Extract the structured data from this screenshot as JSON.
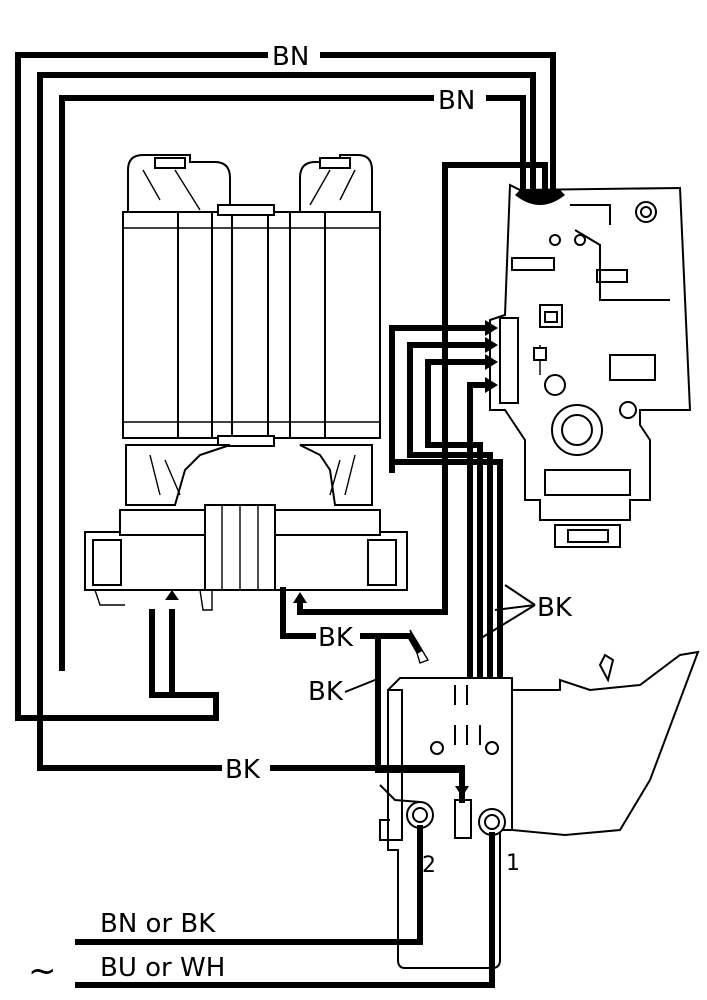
{
  "labels": {
    "bn_top": "BN",
    "bn_second": "BN",
    "bk_switch_lead": "BK",
    "bk_side": "BK",
    "bk_bottom": "BK",
    "bk_bundle": "BK"
  },
  "terminals": {
    "left": "2",
    "right": "1"
  },
  "supply": {
    "symbol": "~",
    "line1": "BN or BK",
    "line2": "BU or WH"
  }
}
